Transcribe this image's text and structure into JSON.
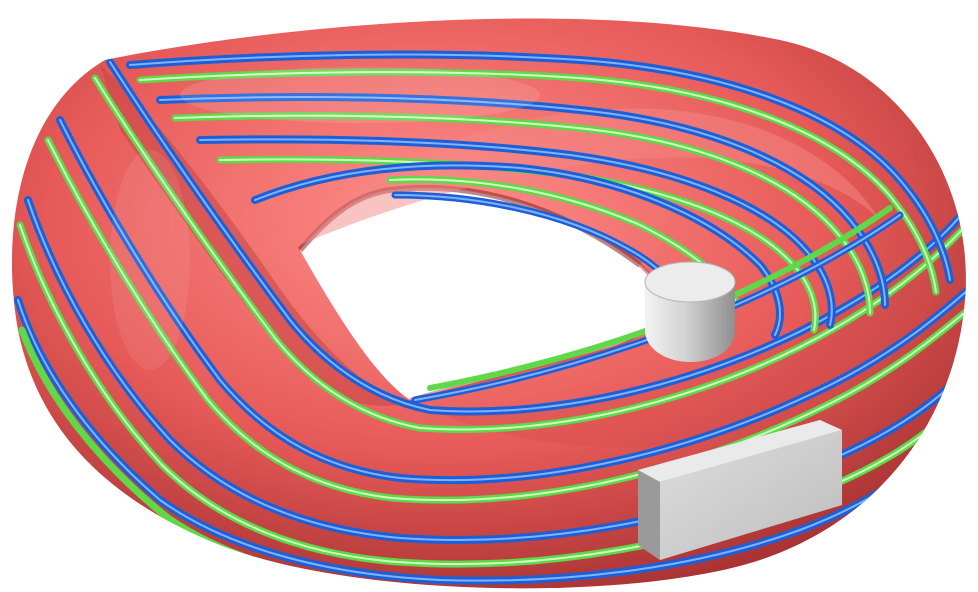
{
  "scene": {
    "subject": "twisted-toroidal-surface",
    "colors": {
      "background": "#ffffff",
      "surface": "#e65a58",
      "surface_highlight": "#ff9a96",
      "surface_shadow": "#8a2222",
      "coil_blue": "#1f5fd6",
      "coil_blue_highlight": "#6aa8ff",
      "coil_green": "#5fd84a",
      "coil_green_highlight": "#c8ffb8",
      "block": "#c8c8c8",
      "block_light": "#ececec",
      "block_shadow": "#8e8e8e"
    },
    "objects": [
      {
        "name": "cylinder-block",
        "shape": "cylinder"
      },
      {
        "name": "box-block",
        "shape": "box"
      }
    ]
  }
}
